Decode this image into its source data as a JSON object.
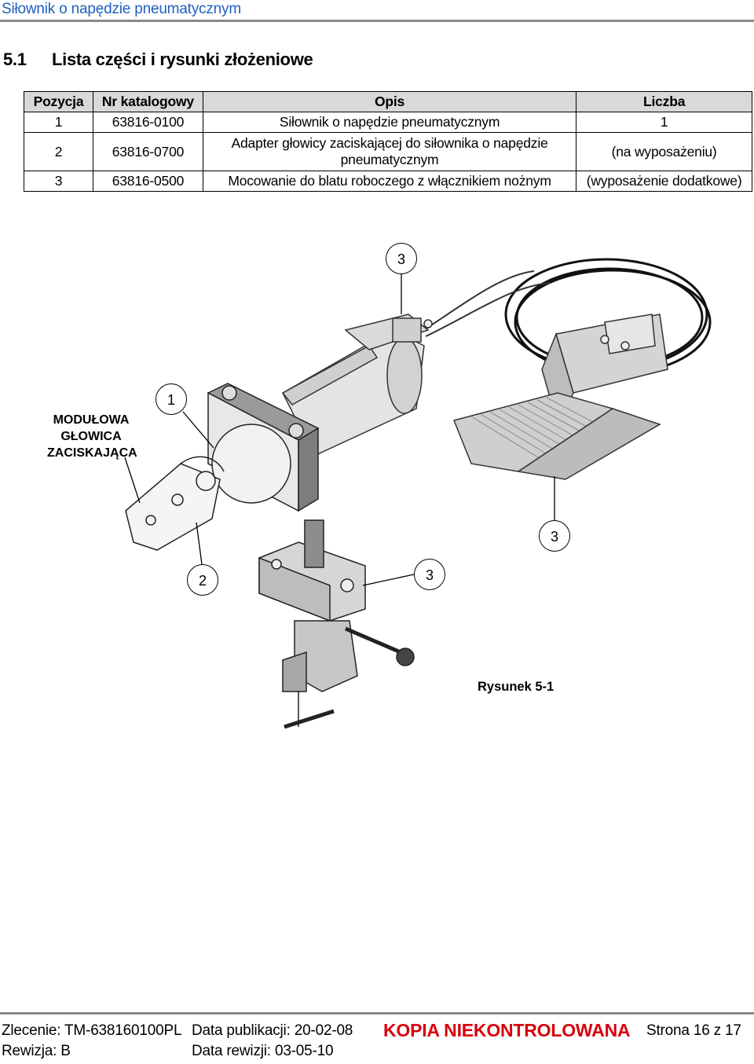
{
  "header": {
    "title": "Siłownik o napędzie pneumatycznym"
  },
  "section": {
    "number": "5.1",
    "title": "Lista części i rysunki złożeniowe"
  },
  "parts_table": {
    "columns": [
      "Pozycja",
      "Nr katalogowy",
      "Opis",
      "Liczba"
    ],
    "rows": [
      {
        "position": "1",
        "catalog": "63816-0100",
        "description": "Siłownik o napędzie pneumatycznym",
        "quantity": "1"
      },
      {
        "position": "2",
        "catalog": "63816-0700",
        "description_line1": "Adapter głowicy zaciskającej do siłownika o napędzie",
        "description_line2": "pneumatycznym",
        "quantity": "(na wyposażeniu)"
      },
      {
        "position": "3",
        "catalog": "63816-0500",
        "description": "Mocowanie do blatu roboczego z włącznikiem nożnym",
        "quantity": "(wyposażenie dodatkowe)"
      }
    ]
  },
  "figure": {
    "callouts": [
      "3",
      "1",
      "2",
      "3",
      "3"
    ],
    "head_label": [
      "MODUŁOWA",
      "GŁOWICA",
      "ZACISKAJĄCA"
    ],
    "caption": "Rysunek 5-1"
  },
  "footer": {
    "order": "Zlecenie: TM-638160100PL",
    "publication_date": "Data publikacji: 20-02-08",
    "uncontrolled": "KOPIA NIEKONTROLOWANA",
    "page": "Strona 16 z 17",
    "revision": "Rewizja: B",
    "revision_date": "Data rewizji: 03-05-10"
  },
  "colors": {
    "header_text": "#2060c0",
    "uncontrolled": "#d8000c",
    "table_header_bg": "#d9d9d9"
  }
}
